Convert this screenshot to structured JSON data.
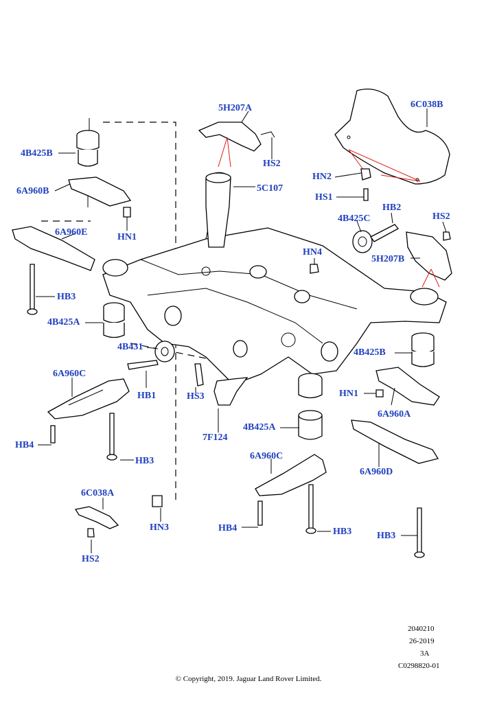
{
  "labels": {
    "5H207A": "5H207A",
    "HS2_top": "HS2",
    "4B425B_left": "4B425B",
    "6A960B": "6A960B",
    "HN1_left": "HN1",
    "5C107": "5C107",
    "6C038B": "6C038B",
    "HN2": "HN2",
    "HS1": "HS1",
    "HB2": "HB2",
    "4B425C": "4B425C",
    "HS2_right": "HS2",
    "6A960E": "6A960E",
    "HN4": "HN4",
    "5H207B": "5H207B",
    "HB3_left": "HB3",
    "4B425A_left": "4B425A",
    "4B431": "4B431",
    "4B425B_right": "4B425B",
    "6A960C_left": "6A960C",
    "HB1": "HB1",
    "HS3": "HS3",
    "HN1_right": "HN1",
    "6A960A": "6A960A",
    "HB4_left": "HB4",
    "7F124": "7F124",
    "4B425A_right": "4B425A",
    "HB3_mid": "HB3",
    "6A960C_right": "6A960C",
    "6A960D": "6A960D",
    "6C038A": "6C038A",
    "HN3": "HN3",
    "HB4_right": "HB4",
    "HB3_right": "HB3",
    "HB3_bottom": "HB3",
    "HS2_bottom": "HS2"
  },
  "meta": {
    "line1": "2040210",
    "line2": "26-2019",
    "line3": "3A",
    "line4": "C0298820-01"
  },
  "copyright": "© Copyright, 2019. Jaguar Land Rover Limited.",
  "colors": {
    "label": "#1f3fbf",
    "callout_line": "#e01818"
  }
}
